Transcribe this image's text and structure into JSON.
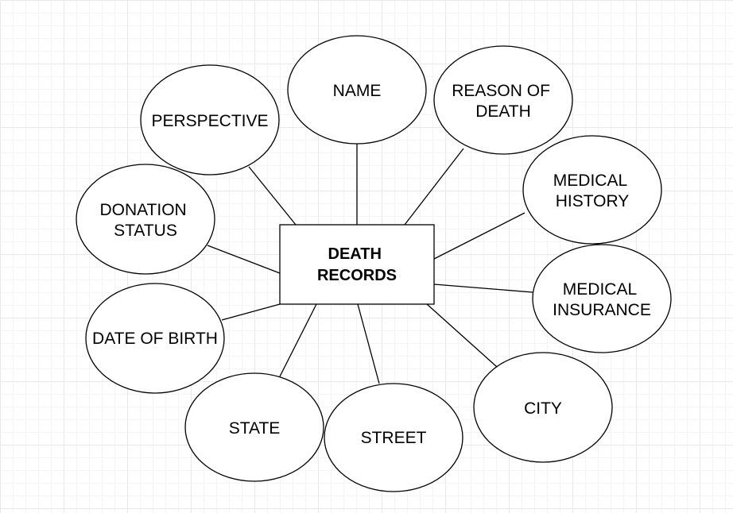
{
  "diagram": {
    "central": {
      "id": "death-records",
      "lines": [
        "DEATH",
        "RECORDS"
      ]
    },
    "attributes": [
      {
        "id": "perspective",
        "lines": [
          "PERSPECTIVE"
        ]
      },
      {
        "id": "name",
        "lines": [
          "NAME"
        ]
      },
      {
        "id": "reason-of-death",
        "lines": [
          "REASON OF",
          "DEATH"
        ]
      },
      {
        "id": "medical-history",
        "lines": [
          "MEDICAL",
          "HISTORY"
        ]
      },
      {
        "id": "donation-status",
        "lines": [
          "DONATION",
          "STATUS"
        ]
      },
      {
        "id": "medical-insurance",
        "lines": [
          "MEDICAL",
          "INSURANCE"
        ]
      },
      {
        "id": "date-of-birth",
        "lines": [
          "DATE OF BIRTH"
        ]
      },
      {
        "id": "city",
        "lines": [
          "CITY"
        ]
      },
      {
        "id": "state",
        "lines": [
          "STATE"
        ]
      },
      {
        "id": "street",
        "lines": [
          "STREET"
        ]
      }
    ],
    "edges": [
      {
        "from": "death-records",
        "to": "perspective"
      },
      {
        "from": "death-records",
        "to": "name"
      },
      {
        "from": "death-records",
        "to": "reason-of-death"
      },
      {
        "from": "death-records",
        "to": "medical-history"
      },
      {
        "from": "death-records",
        "to": "donation-status"
      },
      {
        "from": "death-records",
        "to": "medical-insurance"
      },
      {
        "from": "death-records",
        "to": "date-of-birth"
      },
      {
        "from": "death-records",
        "to": "city"
      },
      {
        "from": "death-records",
        "to": "state"
      },
      {
        "from": "death-records",
        "to": "street"
      }
    ]
  }
}
